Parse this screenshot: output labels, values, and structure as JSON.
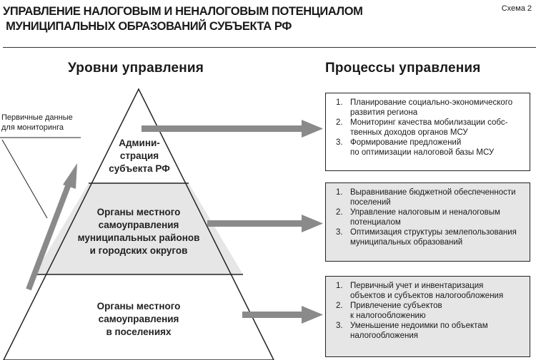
{
  "header": {
    "title_lines": [
      "УПРАВЛЕНИЕ НАЛОГОВЫМ И НЕНАЛОГОВЫМ ПОТЕНЦИАЛОМ",
      " МУНИЦИПАЛЬНЫХ ОБРАЗОВАНИЙ СУБЪЕКТА РФ"
    ],
    "scheme_label": "Схема 2"
  },
  "left_heading": "Уровни управления",
  "right_heading": "Процессы управления",
  "side_label": [
    "Первичные данные",
    "для мониторинга"
  ],
  "colors": {
    "tier_fill": "#e6e6e6",
    "arrow": "#8a8a8a",
    "line": "#222222"
  },
  "pyramid": [
    {
      "lines": [
        "Админи-",
        "страция",
        "субъекта РФ"
      ]
    },
    {
      "lines": [
        "Органы местного",
        "самоуправления",
        "муниципальных районов",
        "и городских округов"
      ]
    },
    {
      "lines": [
        "Органы местного",
        "самоуправления",
        "в поселениях"
      ]
    }
  ],
  "process_boxes": [
    {
      "items": [
        {
          "num": "1.",
          "lines": [
            "Планирование социально-экономического",
            "развития региона"
          ]
        },
        {
          "num": "2.",
          "lines": [
            "Мониторинг качества мобилизации собс-",
            "твенных доходов органов МСУ"
          ]
        },
        {
          "num": "3.",
          "lines": [
            "Формирование предложений",
            "по оптимизации налоговой базы МСУ"
          ]
        }
      ]
    },
    {
      "items": [
        {
          "num": "1.",
          "lines": [
            "Выравнивание бюджетной обеспеченности",
            "поселений"
          ]
        },
        {
          "num": "2.",
          "lines": [
            "Управление налоговым и неналоговым",
            "потенциалом"
          ]
        },
        {
          "num": "3.",
          "lines": [
            "Оптимизация структуры землепользования",
            "муниципальных образований"
          ]
        }
      ]
    },
    {
      "items": [
        {
          "num": "1.",
          "lines": [
            "Первичный учет и инвентаризация",
            "объектов и субъектов налогообложения"
          ]
        },
        {
          "num": "2.",
          "lines": [
            "Привлечение субъектов",
            "к налогообложению"
          ]
        },
        {
          "num": "3.",
          "lines": [
            "Уменьшение недоимки по объектам",
            "налогообложения"
          ]
        }
      ]
    }
  ]
}
